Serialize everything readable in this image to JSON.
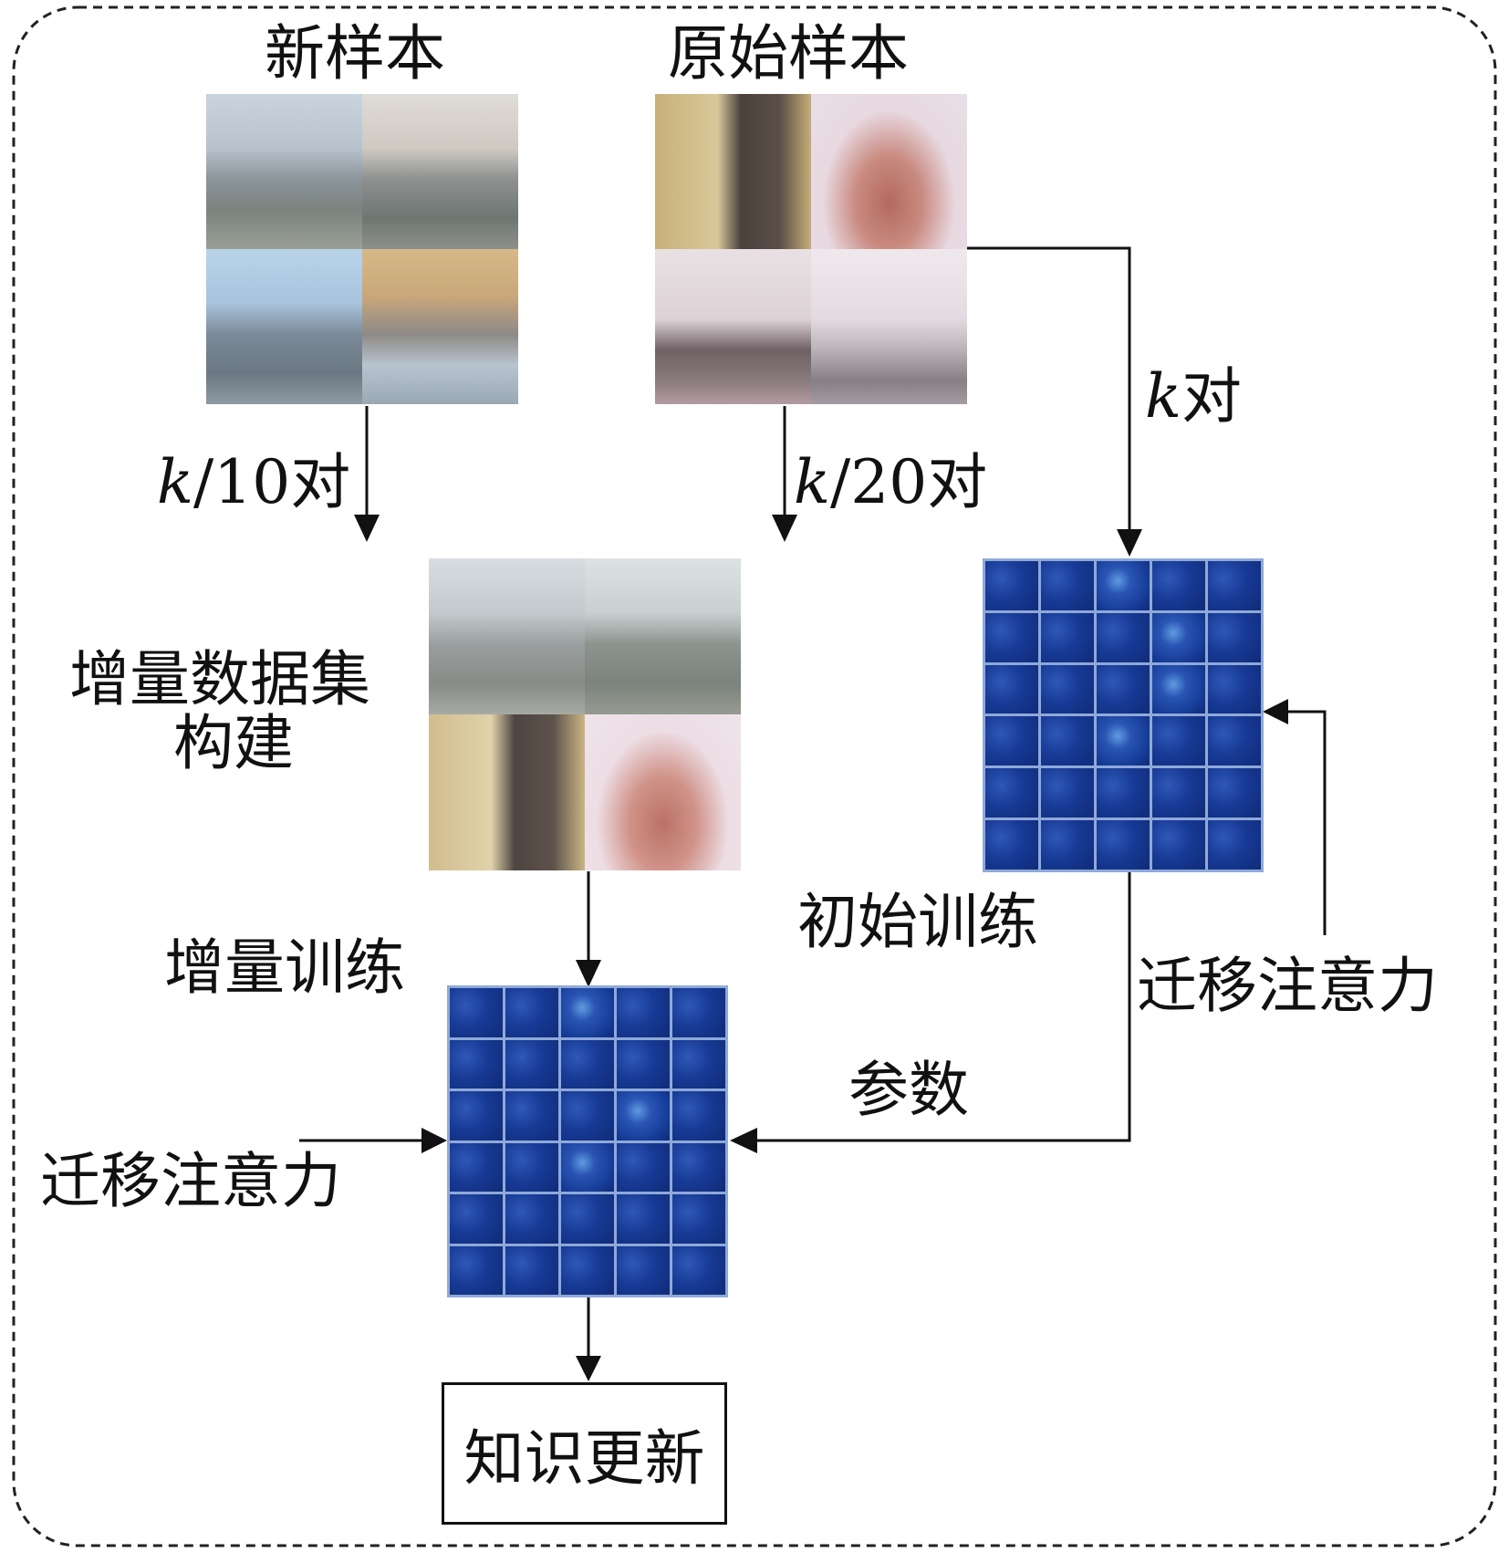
{
  "labels": {
    "new_samples": "新样本",
    "original_samples": "原始样本",
    "k10_var": "k",
    "k10_rest": "/10对",
    "k20_var": "k",
    "k20_rest": "/20对",
    "k_var": "k",
    "k_rest": "对",
    "incremental_dataset_line1": "增量数据集",
    "incremental_dataset_line2": "构建",
    "initial_training": "初始训练",
    "incremental_training": "增量训练",
    "transfer_attention_right": "迁移注意力",
    "transfer_attention_left": "迁移注意力",
    "parameters": "参数",
    "knowledge_update": "知识更新"
  }
}
